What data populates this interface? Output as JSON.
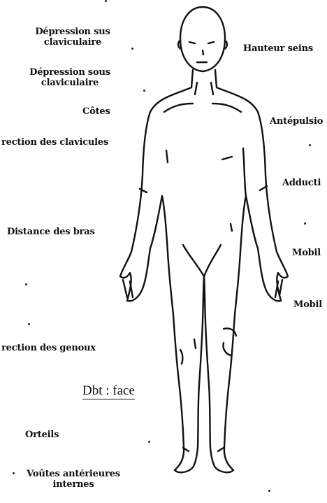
{
  "labels": {
    "left": [
      {
        "key": "depression_sus",
        "text": "Dépression sus\nclaviculaire"
      },
      {
        "key": "depression_sous",
        "text": "Dépression sous\nclaviculaire"
      },
      {
        "key": "cotes",
        "text": "Côtes"
      },
      {
        "key": "direction_clavicules",
        "text": "rection des clavicules"
      },
      {
        "key": "distance_bras",
        "text": "Distance des bras"
      },
      {
        "key": "direction_genoux",
        "text": "rection des genoux"
      },
      {
        "key": "orteils",
        "text": "Orteils"
      },
      {
        "key": "voutes",
        "text": "Voûtes antérieures\ninternes"
      }
    ],
    "right": [
      {
        "key": "hauteur_seins",
        "text": "Hauteur seins"
      },
      {
        "key": "antepulsion",
        "text": "Antépulsio"
      },
      {
        "key": "adduction",
        "text": "Adducti"
      },
      {
        "key": "mobil_1",
        "text": "Mobil"
      },
      {
        "key": "mobil_2",
        "text": "Mobil"
      }
    ]
  },
  "caption": "Dbt : face"
}
